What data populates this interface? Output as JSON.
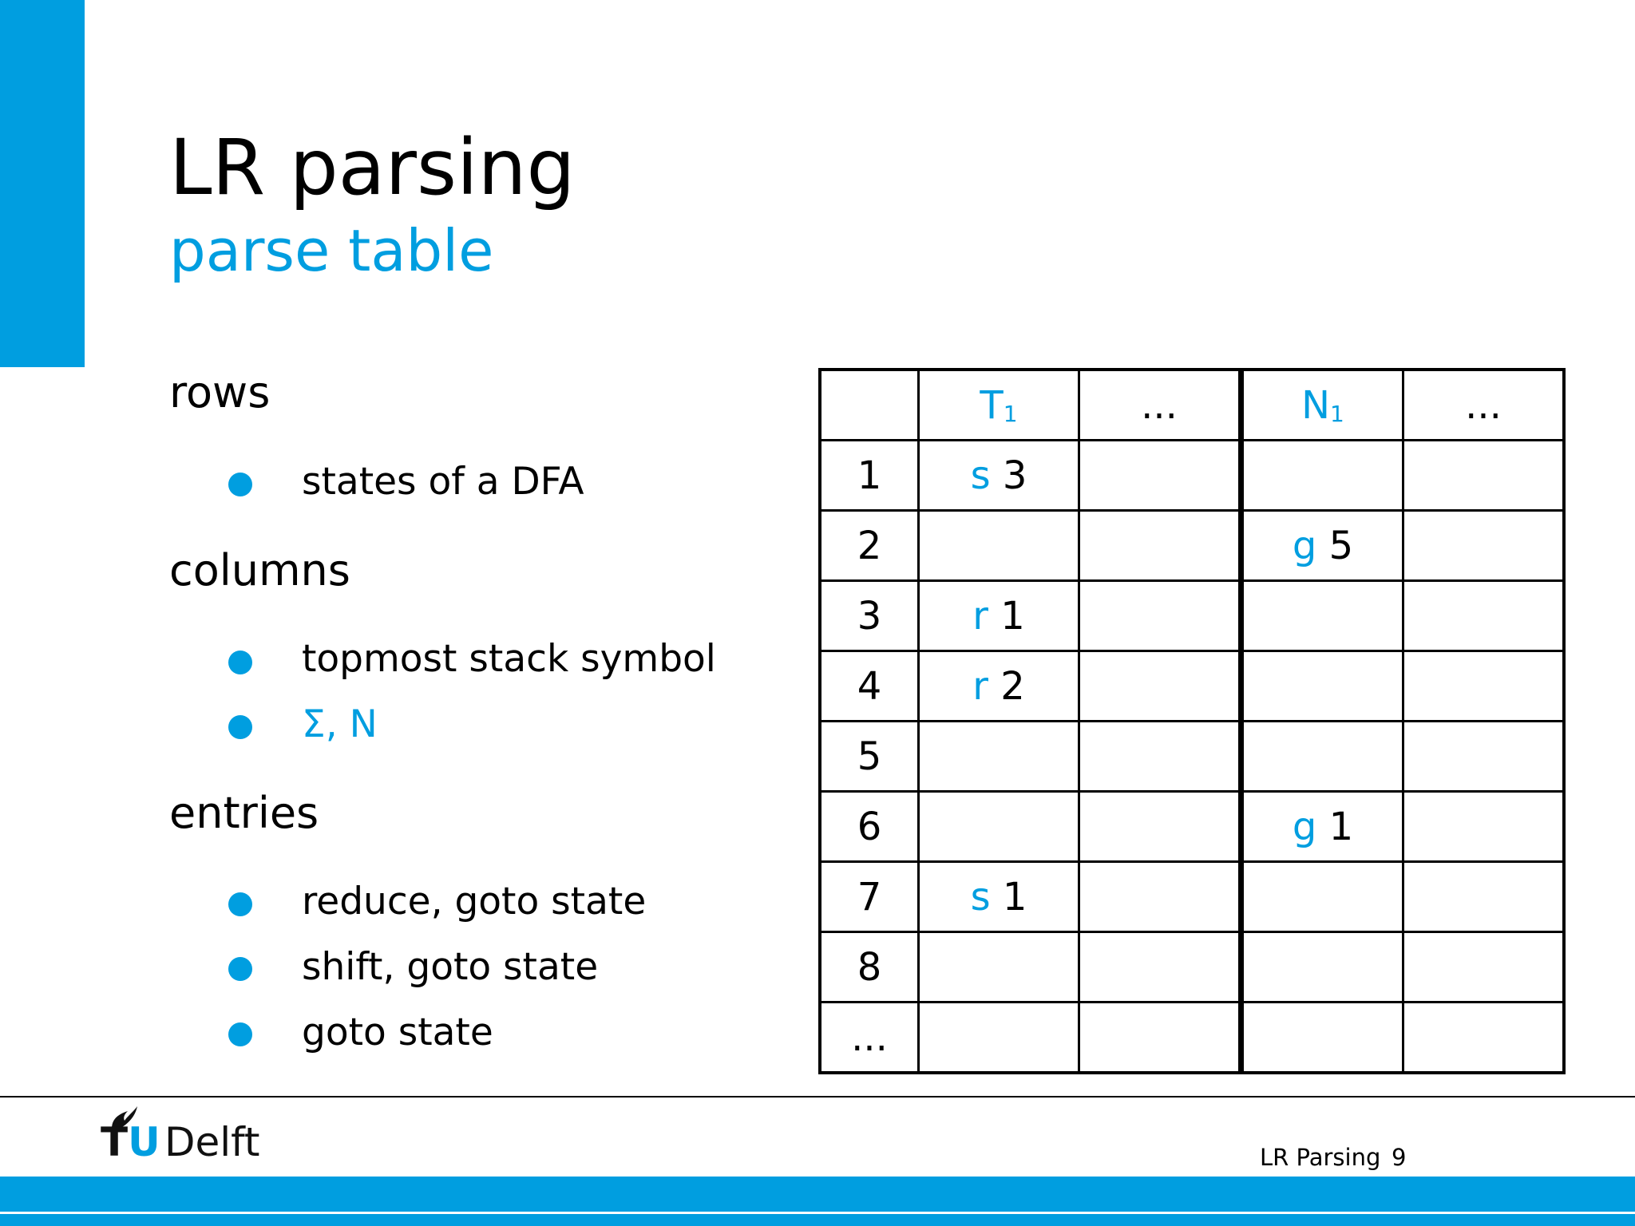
{
  "slide": {
    "title": "LR parsing",
    "subtitle": "parse table",
    "accent_color": "#009ee0"
  },
  "sections": [
    {
      "heading": "rows",
      "bullets": [
        "states of a DFA"
      ]
    },
    {
      "heading": "columns",
      "bullets": [
        "topmost stack symbol",
        "Σ, N"
      ]
    },
    {
      "heading": "entries",
      "bullets": [
        "reduce, goto state",
        "shift, goto state",
        "goto state"
      ]
    }
  ],
  "table": {
    "headers": [
      {
        "base": "",
        "sub": ""
      },
      {
        "base": "T",
        "sub": "1"
      },
      {
        "base": "...",
        "sub": ""
      },
      {
        "base": "N",
        "sub": "1"
      },
      {
        "base": "...",
        "sub": ""
      }
    ],
    "rows": [
      {
        "state": "1",
        "cells": [
          {
            "action": "s",
            "target": "3"
          },
          null,
          null,
          null
        ]
      },
      {
        "state": "2",
        "cells": [
          null,
          null,
          {
            "action": "g",
            "target": "5"
          },
          null
        ]
      },
      {
        "state": "3",
        "cells": [
          {
            "action": "r",
            "target": "1"
          },
          null,
          null,
          null
        ]
      },
      {
        "state": "4",
        "cells": [
          {
            "action": "r",
            "target": "2"
          },
          null,
          null,
          null
        ]
      },
      {
        "state": "5",
        "cells": [
          null,
          null,
          null,
          null
        ]
      },
      {
        "state": "6",
        "cells": [
          null,
          null,
          {
            "action": "g",
            "target": "1"
          },
          null
        ]
      },
      {
        "state": "7",
        "cells": [
          {
            "action": "s",
            "target": "1"
          },
          null,
          null,
          null
        ]
      },
      {
        "state": "8",
        "cells": [
          null,
          null,
          null,
          null
        ]
      },
      {
        "state": "...",
        "cells": [
          null,
          null,
          null,
          null
        ]
      }
    ]
  },
  "footer": {
    "logo_tu": "TU",
    "logo_delft": "Delft",
    "title": "LR Parsing",
    "page_number": "9"
  }
}
